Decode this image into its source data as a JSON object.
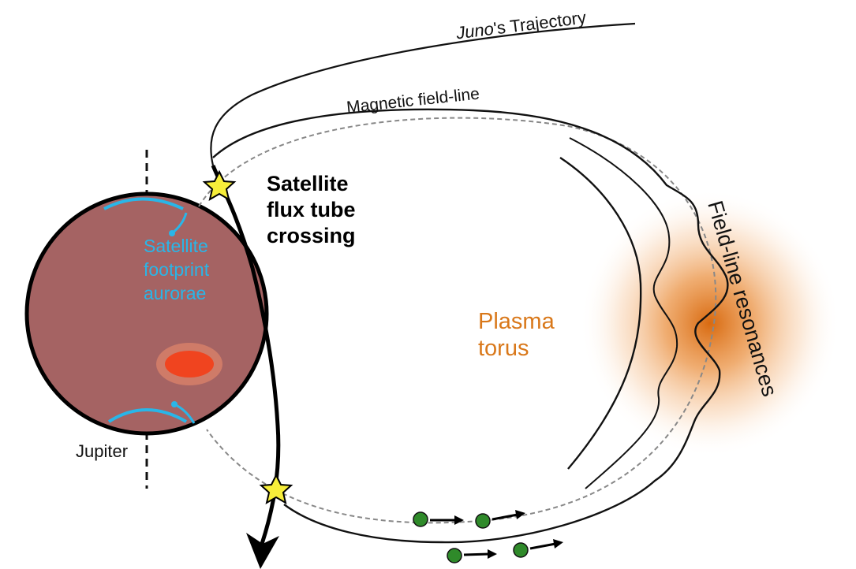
{
  "labels": {
    "trajectory_italic": "Juno",
    "trajectory_rest": "'s Trajectory",
    "field_line": "Magnetic field-line",
    "crossing_line1": "Satellite",
    "crossing_line2": "flux tube",
    "crossing_line3": "crossing",
    "footprint_line1": "Satellite",
    "footprint_line2": "footprint",
    "footprint_line3": "aurorae",
    "torus_line1": "Plasma",
    "torus_line2": "torus",
    "resonances": "Field-line resonances",
    "planet": "Jupiter"
  },
  "colors": {
    "planet_fill": "#a56363",
    "aurora": "#29b6e8",
    "torus_text": "#d9781a",
    "torus_glow": "#e07a1c",
    "great_red_spot": "#f0441f",
    "star_fill": "#f7ee3a",
    "particle": "#2f8a2a"
  },
  "icons": {
    "crossing_marker": "star-icon",
    "particle": "plasma-particle-icon"
  }
}
